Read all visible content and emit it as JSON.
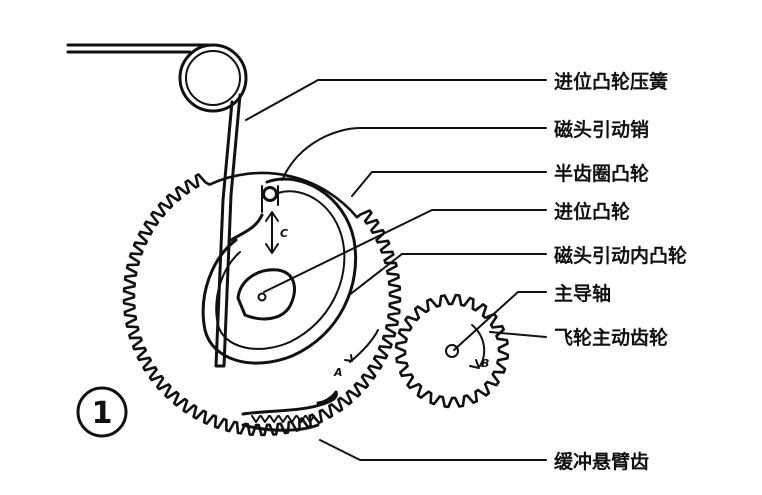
{
  "badge": "1",
  "labels": [
    "进位凸轮压簧",
    "磁头引动销",
    "半齿圈凸轮",
    "进位凸轮",
    "磁头引动内凸轮",
    "主导轴",
    "飞轮主动齿轮",
    "缓冲悬臂齿"
  ],
  "marks": {
    "a": "A",
    "b": "B",
    "c": "C"
  },
  "colors": {
    "ink": "#111111",
    "paper": "#ffffff"
  }
}
